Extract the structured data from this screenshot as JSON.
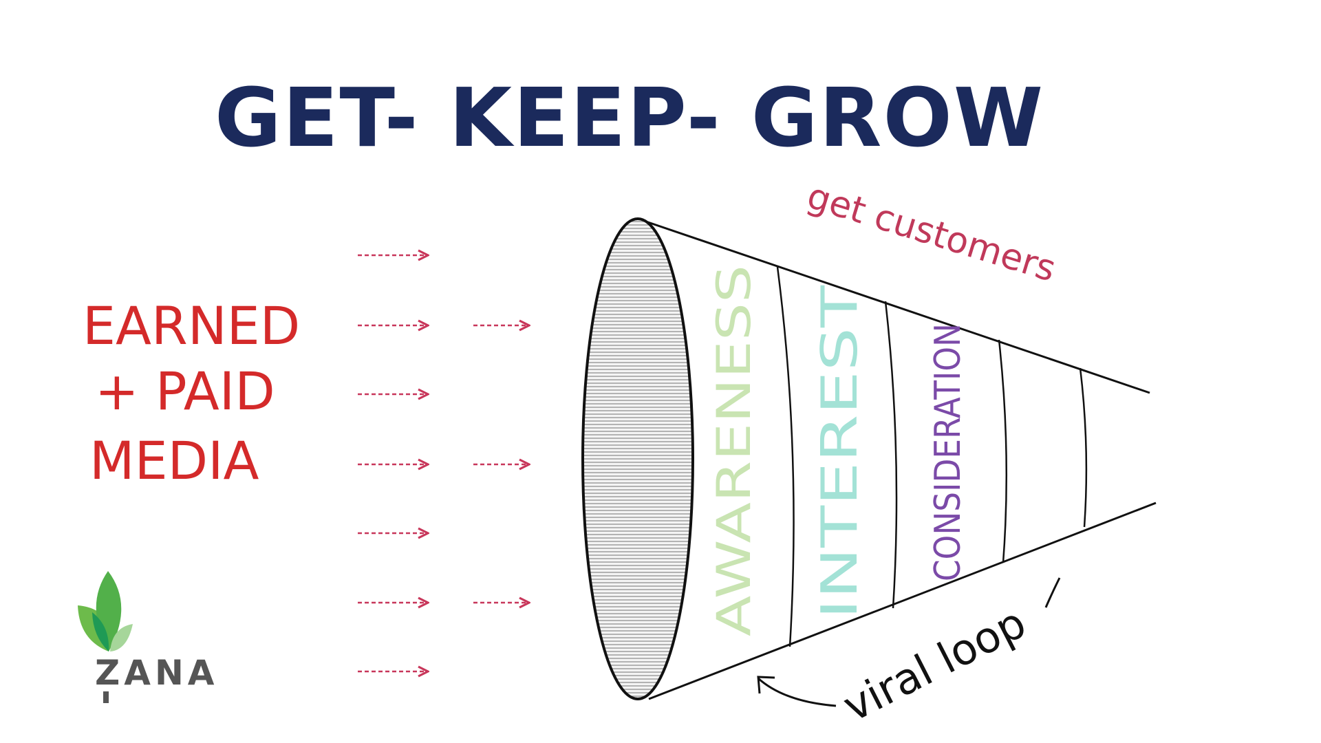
{
  "title": "GET- KEEP- GROW",
  "annotation_top": "get customers",
  "annotation_bottom": "viral loop",
  "media_label": {
    "line1": "EARNED",
    "line2": "+ PAID",
    "line3": "MEDIA"
  },
  "funnel_stages": [
    "AWARENESS",
    "INTEREST",
    "CONSIDERATION"
  ],
  "logo": {
    "text": "ZANA"
  },
  "colors": {
    "title": "#1b2a5c",
    "media": "#d42a2a",
    "arrows": "#c8365a",
    "get_customers": "#c0395a",
    "awareness": "#c9e4b2",
    "interest": "#a3e2d6",
    "consideration": "#7b4aa8",
    "logo_text": "#555555"
  }
}
